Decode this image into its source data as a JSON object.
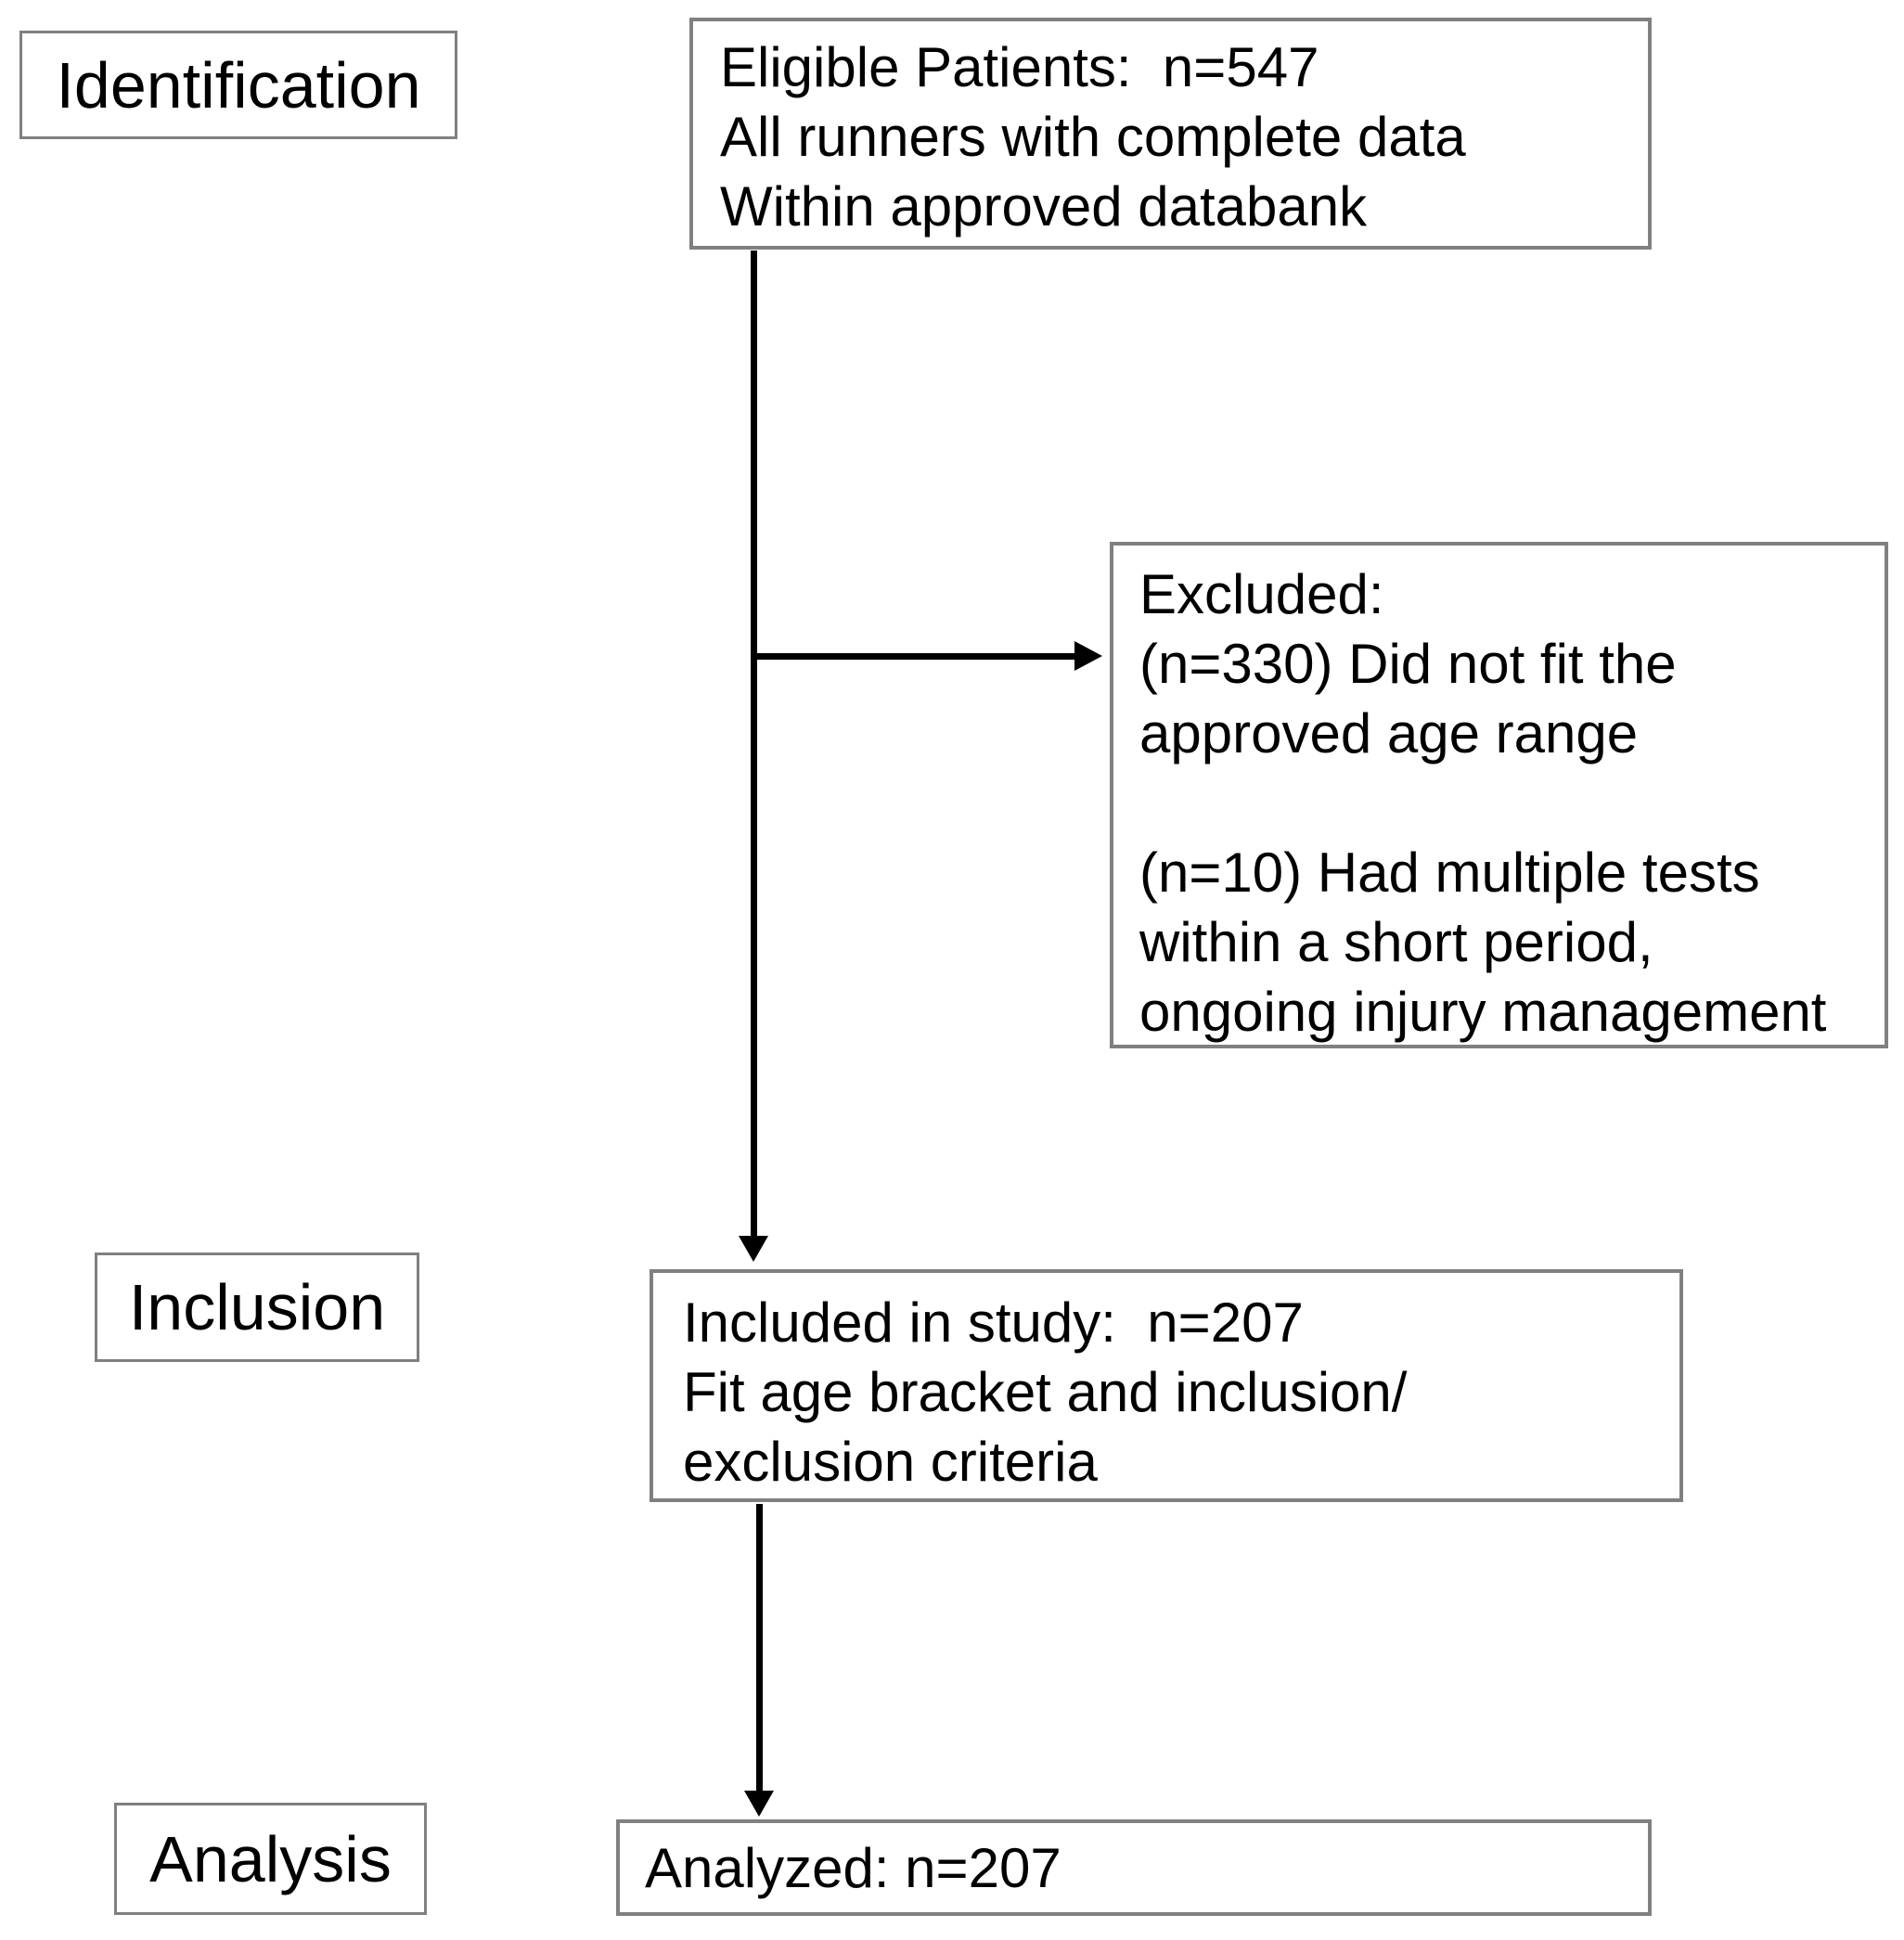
{
  "stages": [
    {
      "label": "Identification"
    },
    {
      "label": "Inclusion"
    },
    {
      "label": "Analysis"
    }
  ],
  "boxes": {
    "eligible": {
      "text": "Eligible Patients:  n=547\nAll runners with complete data\nWithin approved databank"
    },
    "excluded": {
      "text": "Excluded:\n(n=330) Did not fit the\napproved age range\n\n(n=10) Had multiple tests\nwithin a short period,\nongoing injury management"
    },
    "included": {
      "text": "Included in study:  n=207\nFit age bracket and inclusion/\nexclusion criteria"
    },
    "analyzed": {
      "text": "Analyzed: n=207"
    }
  },
  "colors": {
    "border": "#808080",
    "arrow": "#000000",
    "text": "#000000",
    "background": "#ffffff"
  }
}
